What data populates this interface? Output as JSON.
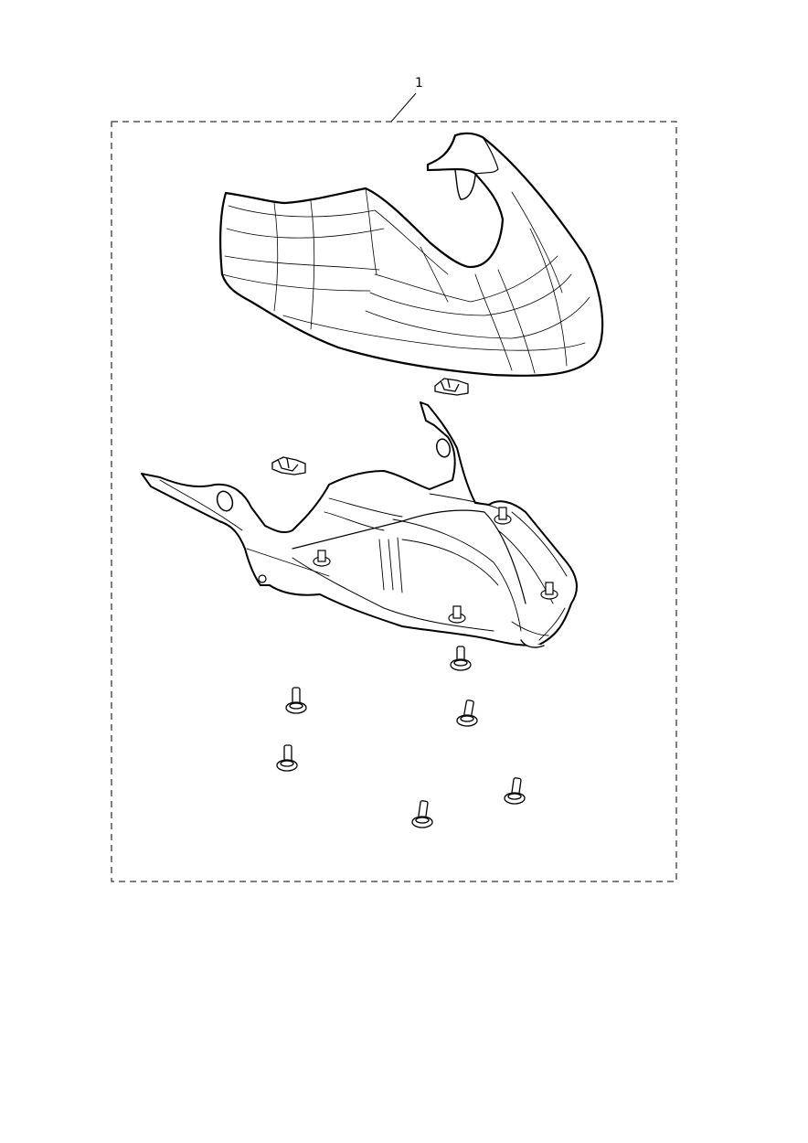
{
  "diagram": {
    "callout": "1",
    "line_color": "#000000",
    "background_color": "#ffffff",
    "parts": [
      "belly-pan-cover",
      "belly-pan-bracket",
      "clip-nut",
      "clip-nut",
      "screw",
      "screw",
      "screw",
      "screw",
      "screw",
      "screw"
    ]
  }
}
